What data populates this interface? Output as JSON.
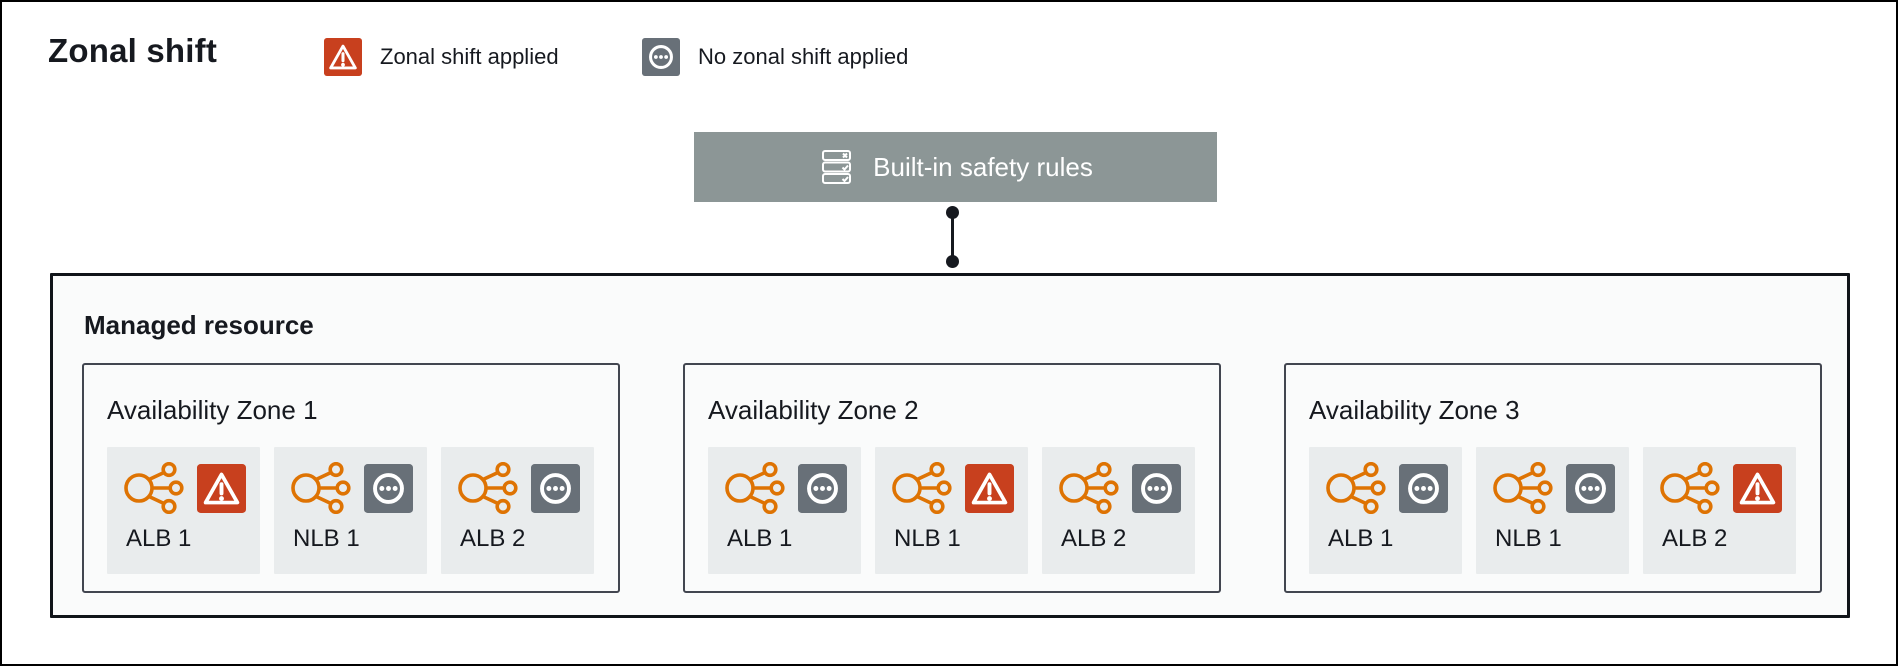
{
  "page": {
    "title": "Zonal shift"
  },
  "legend": [
    {
      "id": "applied",
      "label": "Zonal shift applied"
    },
    {
      "id": "none",
      "label": "No zonal shift applied"
    }
  ],
  "safety_rules": {
    "label": "Built-in safety rules"
  },
  "managed_resource": {
    "label": "Managed resource",
    "zones": [
      {
        "label": "Availability Zone 1",
        "resources": [
          {
            "name": "ALB 1",
            "status": "applied"
          },
          {
            "name": "NLB 1",
            "status": "none"
          },
          {
            "name": "ALB 2",
            "status": "none"
          }
        ]
      },
      {
        "label": "Availability Zone 2",
        "resources": [
          {
            "name": "ALB 1",
            "status": "none"
          },
          {
            "name": "NLB 1",
            "status": "applied"
          },
          {
            "name": "ALB 2",
            "status": "none"
          }
        ]
      },
      {
        "label": "Availability Zone 3",
        "resources": [
          {
            "name": "ALB 1",
            "status": "none"
          },
          {
            "name": "NLB 1",
            "status": "none"
          },
          {
            "name": "ALB 2",
            "status": "applied"
          }
        ]
      }
    ]
  },
  "colors": {
    "applied_red": "#C8401E",
    "no_shift_gray": "#687078",
    "safety_rules_bg": "#8C9696",
    "load_balancer_orange": "#DE7303",
    "text": "#16191F",
    "card_bg": "#E9ECED",
    "panel_bg": "#FAFBFB",
    "zone_border": "#424650"
  }
}
